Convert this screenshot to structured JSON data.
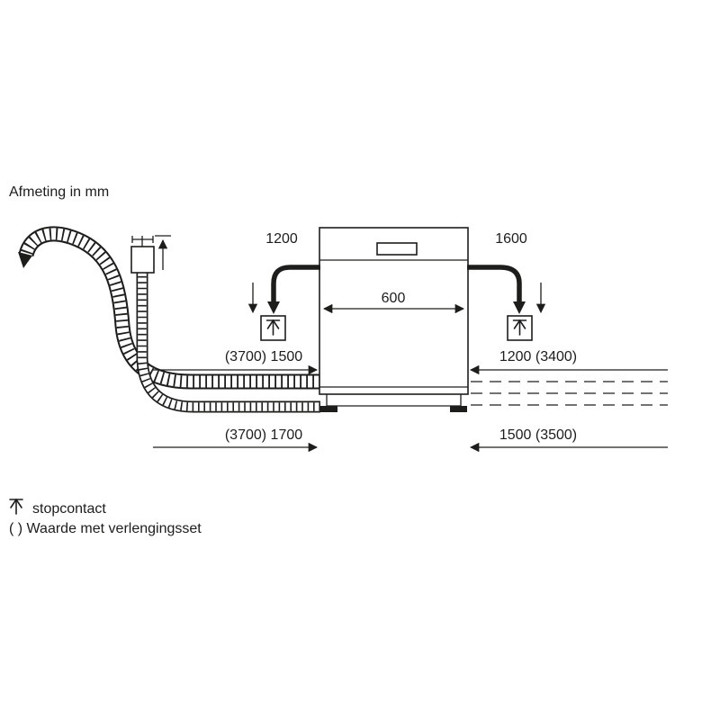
{
  "title": "Afmeting in mm",
  "dimensions": {
    "cable_left": "1200",
    "cable_right": "1600",
    "width": "600",
    "hose_upper_left": "(3700) 1500",
    "hose_upper_right": "1200 (3400)",
    "hose_lower_left": "(3700) 1700",
    "hose_lower_right": "1500 (3500)"
  },
  "legend": {
    "socket": "stopcontact",
    "extension": "( ) Waarde met verlengingsset"
  },
  "icons": {
    "socket_icon": "power-socket-symbol",
    "tap_icon": "water-tap-valve",
    "drain_icon": "drain-hose-arrow"
  },
  "colors": {
    "line": "#1d1d1b",
    "background": "#ffffff"
  }
}
